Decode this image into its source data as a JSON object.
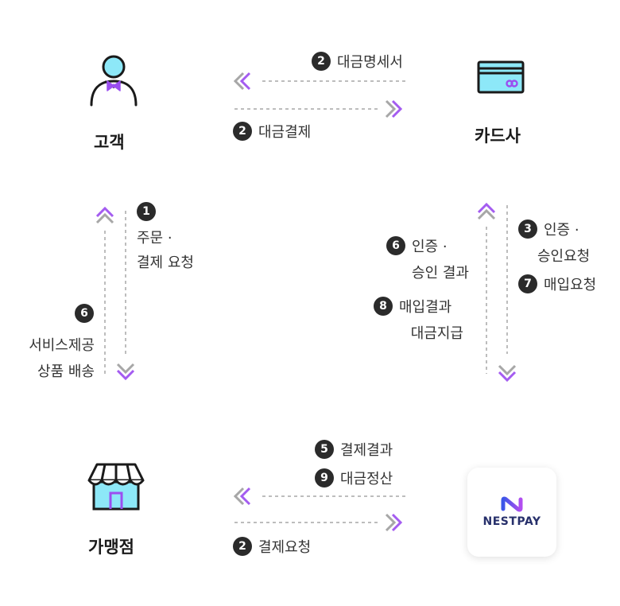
{
  "nodes": {
    "customer": {
      "label": "고객",
      "icon": "person-icon"
    },
    "card_company": {
      "label": "카드사",
      "icon": "credit-card-icon"
    },
    "merchant": {
      "label": "가맹점",
      "icon": "storefront-icon"
    },
    "nestpay": {
      "brand": "NESTPAY",
      "icon": "nestpay-logo-icon"
    }
  },
  "top_flow": {
    "to_customer": {
      "number": "2",
      "text": "대금명세서"
    },
    "to_card": {
      "number": "2",
      "text": "대금결제"
    }
  },
  "left_flow": {
    "up": {
      "number": "1",
      "line1": "주문 ·",
      "line2": "결제 요청"
    },
    "down": {
      "number": "6",
      "line1": "서비스제공",
      "line2": "상품 배송"
    }
  },
  "right_flow": {
    "auth_result": {
      "number": "6",
      "line1": "인증 ·",
      "line2": "승인 결과"
    },
    "settle": {
      "number": "8",
      "line1": "매입결과",
      "line2": "대금지급"
    },
    "auth_request": {
      "number": "3",
      "line1": "인증 ·",
      "line2": "승인요청"
    },
    "purchase_request": {
      "number": "7",
      "text": "매입요청"
    }
  },
  "bottom_flow": {
    "pay_result": {
      "number": "5",
      "text": "결제결과"
    },
    "settlement": {
      "number": "9",
      "text": "대금정산"
    },
    "pay_request": {
      "number": "2",
      "text": "결제요청"
    }
  },
  "colors": {
    "arrow_gray": "#a7a7a7",
    "arrow_purple": "#a45cf0",
    "icon_cyan": "#8de8f8",
    "icon_purple": "#9b4ef0",
    "dash": "#bdbdbd"
  }
}
